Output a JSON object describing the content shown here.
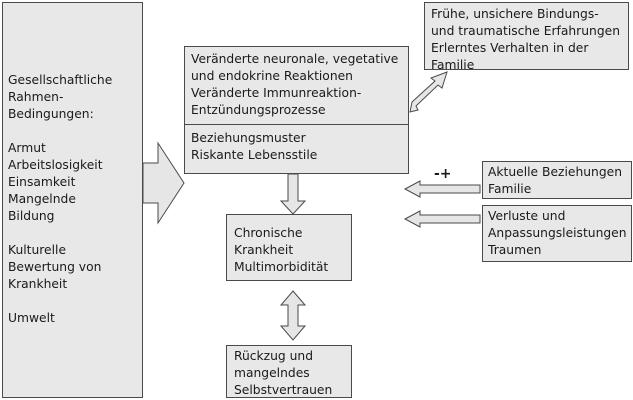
{
  "left_box": {
    "group1": [
      "Gesellschaftliche",
      "Rahmen-",
      "Bedingungen:"
    ],
    "group2": [
      "Armut",
      "Arbeitslosigkeit",
      "Einsamkeit",
      "Mangelnde",
      "Bildung"
    ],
    "group3": [
      "Kulturelle",
      "Bewertung von",
      "Krankheit"
    ],
    "group4": [
      "Umwelt"
    ]
  },
  "neuro_box": {
    "top_lines": [
      "Veränderte neuronale, vegetative",
      "und endokrine Reaktionen",
      "Veränderte Immunreaktion-",
      "Entzündungsprozesse"
    ],
    "bottom_lines": [
      "Beziehungsmuster",
      "Riskante Lebensstile"
    ]
  },
  "early_box": {
    "lines": [
      "Frühe, unsichere Bindungs-",
      "und traumatische Erfahrungen",
      "Erlerntes Verhalten in der",
      "Familie"
    ]
  },
  "chronic_box": {
    "lines": [
      "Chronische",
      "Krankheit",
      "Multimorbidität"
    ]
  },
  "social_box": {
    "lines": [
      "Aktuelle Beziehungen",
      "Familie"
    ]
  },
  "loss_box": {
    "lines": [
      "Verluste und",
      "Anpassungsleistungen",
      "Traumen"
    ]
  },
  "withdraw_box": {
    "lines": [
      "Rückzug und",
      "mangelndes",
      "Selbstvertrauen"
    ]
  },
  "minus_plus_label": "-+"
}
